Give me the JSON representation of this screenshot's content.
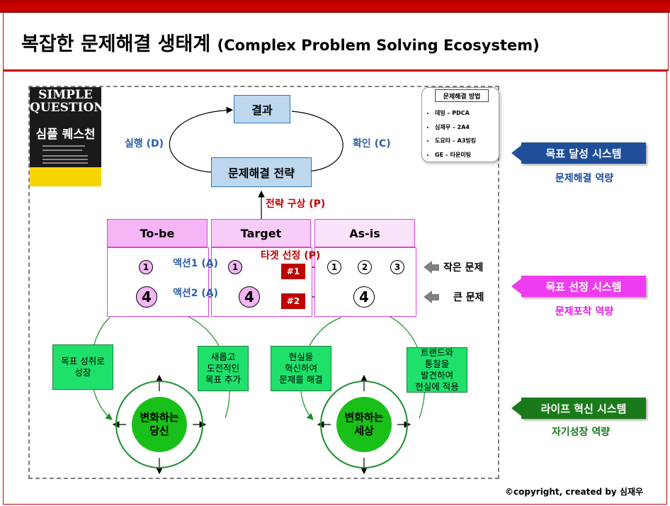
{
  "title": {
    "main": "복잡한 문제해결 생태계",
    "sub": "(Complex Problem Solving Ecosystem)"
  },
  "book": {
    "title": "SIMPLE QUESTION",
    "korean_title": "심플 퀘스천"
  },
  "legend": {
    "title": "문제해결 방법",
    "items": [
      "데밍 – PDCA",
      "심재우 – 2A4",
      "도요타 – A3빙킹",
      "GE – 타운미팅"
    ]
  },
  "cycle": {
    "result": "결과",
    "strategy": "문제해결 전략",
    "do_label": "실행 (D)",
    "check_label": "확인 (C)",
    "plan_label": "전략 구상 (P)"
  },
  "table": {
    "headers": [
      "To-be",
      "Target",
      "As-is"
    ],
    "target_label": "타겟 선정 (P)",
    "action1": "액션1 (A)",
    "action2": "액션2 (A)",
    "small_num": "1",
    "big_num": "4",
    "asis_small": [
      "1",
      "2",
      "3"
    ],
    "tag1": "#1",
    "tag2": "#2",
    "small_problem": "작은 문제",
    "big_problem": "큰 문제"
  },
  "cycles": {
    "left_box1": "목표 성취로\n성장",
    "left_box2": "새롭고\n도전적인\n목표 추가",
    "left_core": "변화하는\n당신",
    "right_box1": "현실을\n혁신하여\n문제를 해결",
    "right_box2": "트랜드와\n통찰을\n발견하여\n현실에 적용",
    "right_core": "변화하는\n세상"
  },
  "systems": [
    {
      "label": "목표 달성 시스템",
      "caption": "문제해결 역량",
      "color": "#1f4e9a",
      "caption_color": "#1f4e9a"
    },
    {
      "label": "목표 선정 시스템",
      "caption": "문제포착 역량",
      "color": "#f03cf0",
      "caption_color": "#e020e0"
    },
    {
      "label": "라이프 혁신 시스템",
      "caption": "자기성장 역량",
      "color": "#1a7a1a",
      "caption_color": "#1a7a1a"
    }
  ],
  "copyright": "©copyright, created by 심재우"
}
